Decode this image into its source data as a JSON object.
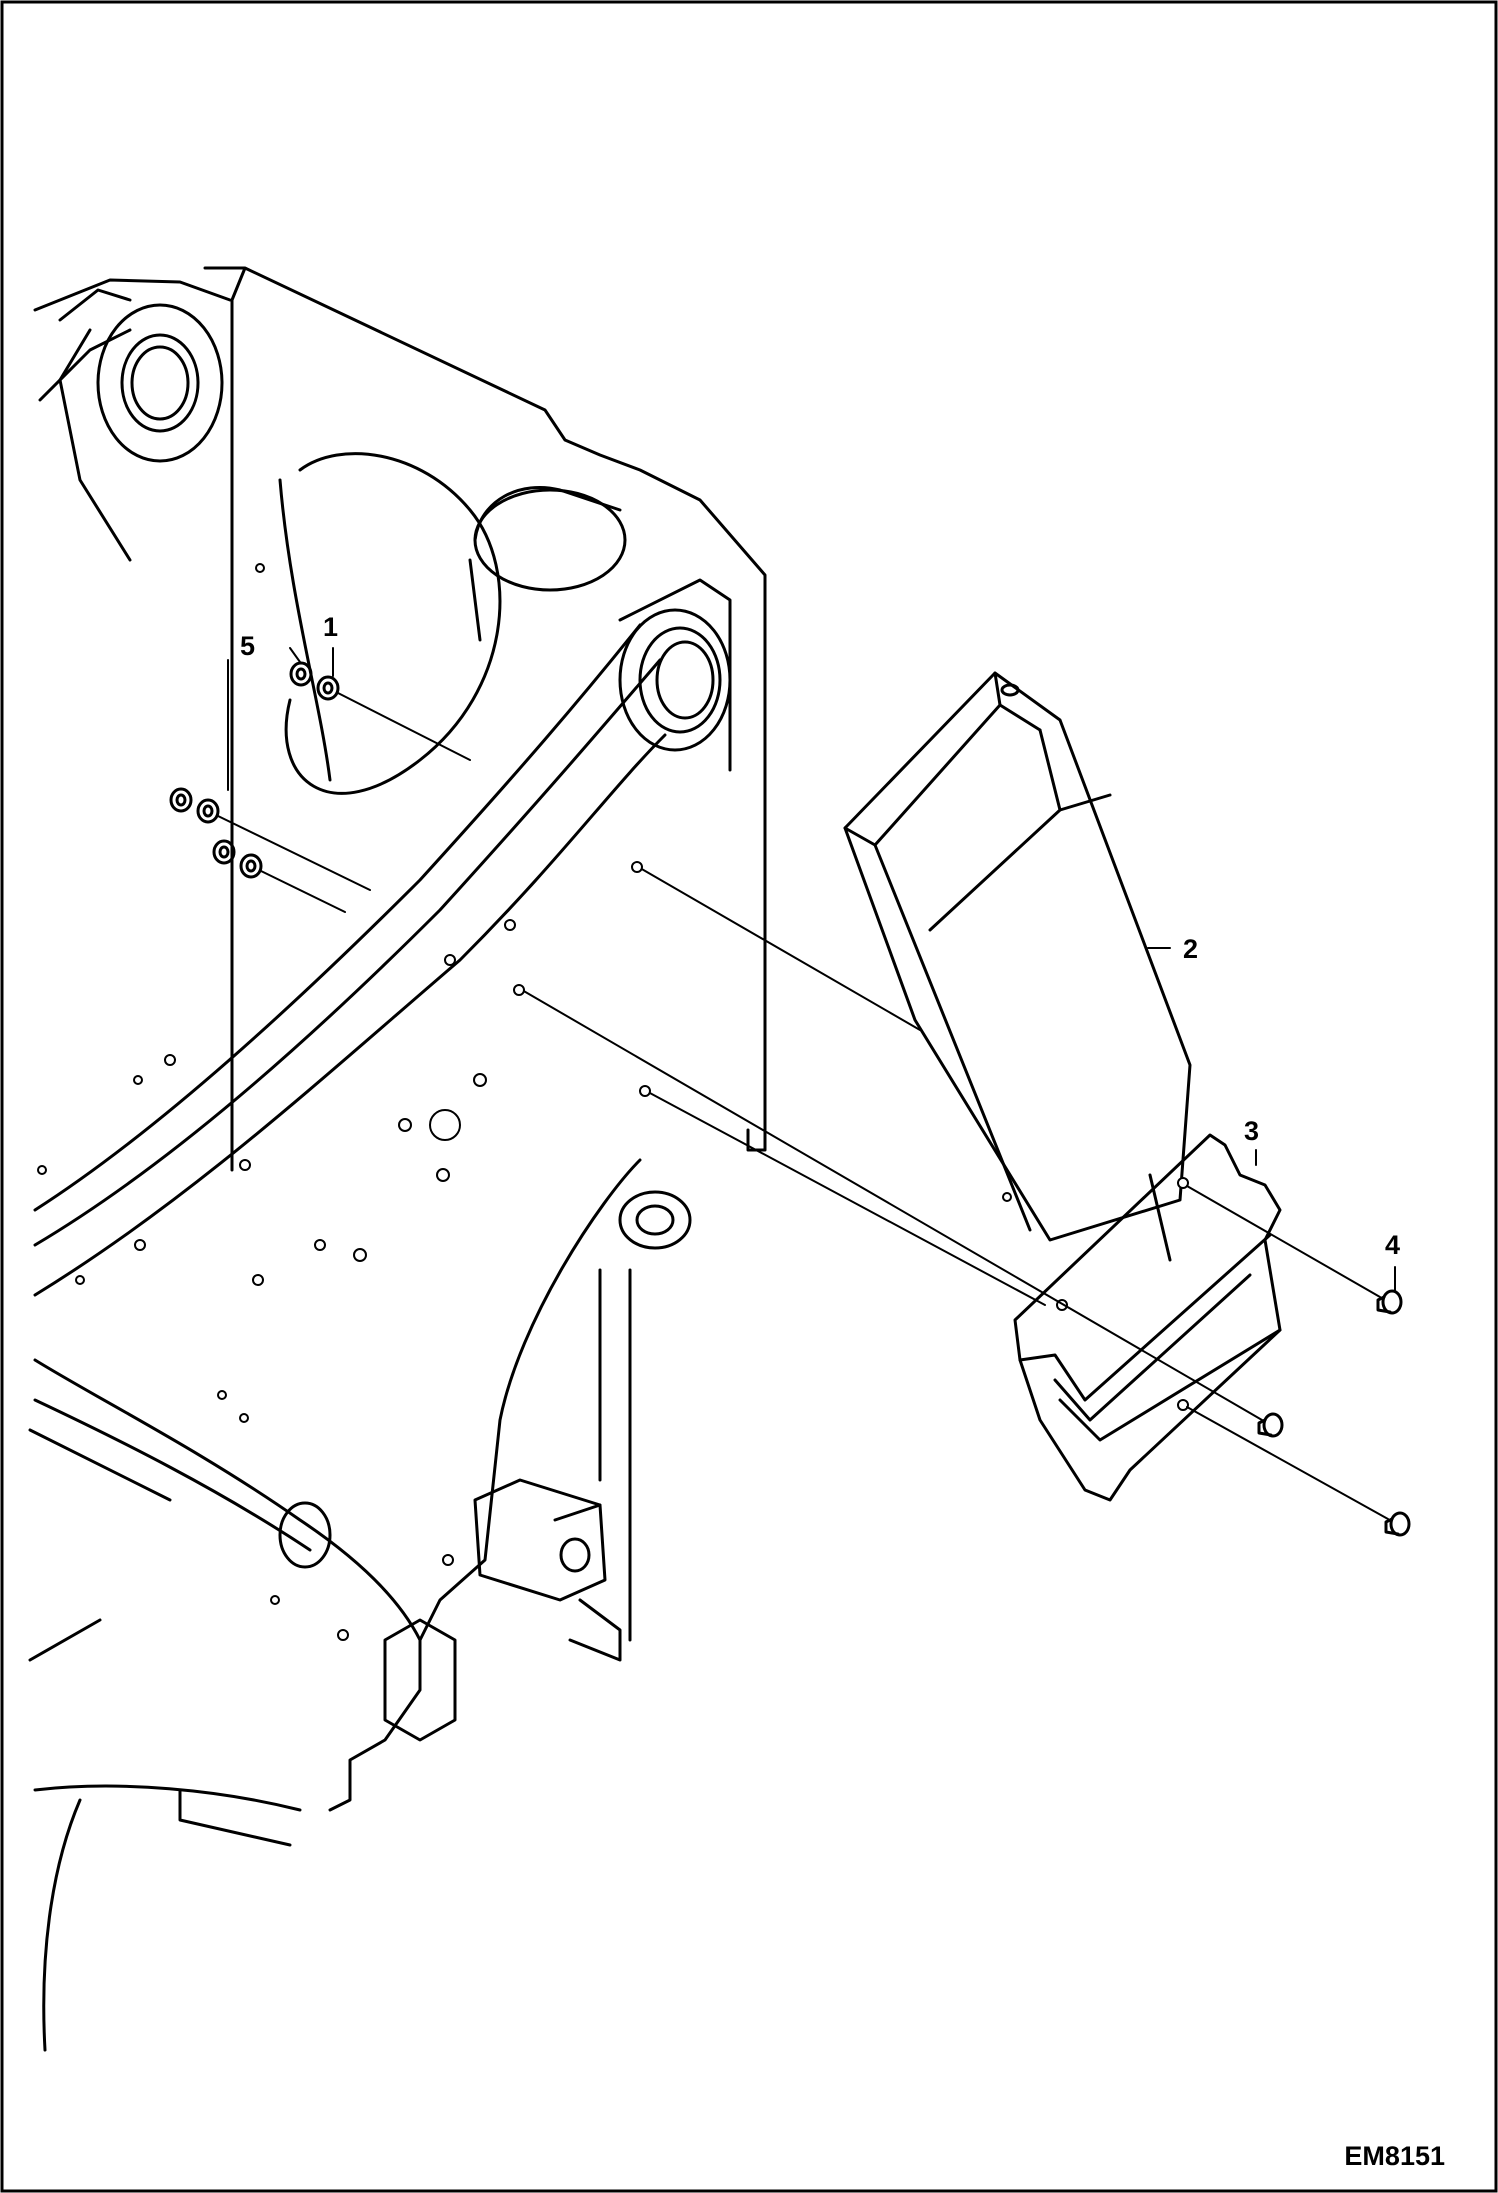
{
  "drawing": {
    "code": "EM8151",
    "callouts": {
      "c1": "1",
      "c2": "2",
      "c3": "3",
      "c4": "4",
      "c5": "5"
    }
  },
  "colors": {
    "line": "#000000",
    "background": "#ffffff"
  }
}
